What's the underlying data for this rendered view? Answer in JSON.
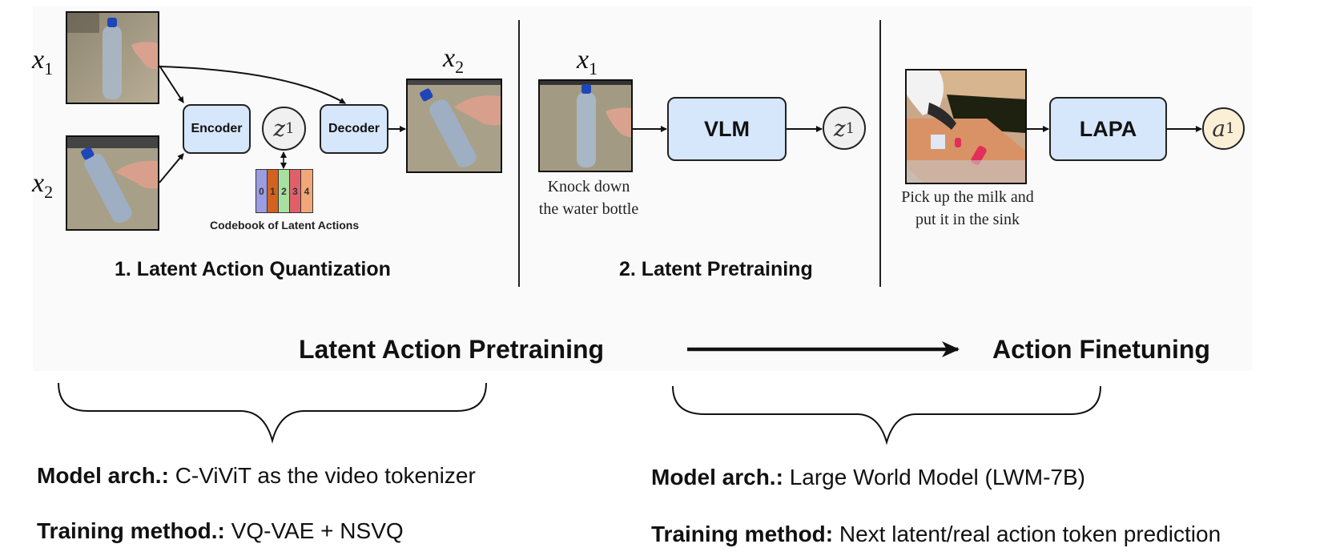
{
  "colors": {
    "model_box_fill": "#d6e6fb",
    "latent_circle_fill": "#f0f0f0",
    "action_circle_fill": "#fbefd6",
    "codebook": [
      "#9c9ce2",
      "#d2621e",
      "#a8e0a0",
      "#e0606a",
      "#f0a878"
    ]
  },
  "sections": {
    "quantization": {
      "title": "1. Latent Action Quantization",
      "input_label_1": {
        "var": "x",
        "sub": "1"
      },
      "input_label_2": {
        "var": "x",
        "sub": "2"
      },
      "output_label": {
        "var": "x",
        "sub": "2"
      },
      "encoder_label": "Encoder",
      "decoder_label": "Decoder",
      "latent": {
        "var": "z",
        "sub": "1"
      },
      "codebook_cells": [
        "0",
        "1",
        "2",
        "3",
        "4"
      ],
      "codebook_label": "Codebook of Latent Actions",
      "images": [
        "bottle-upright-frame",
        "bottle-falling-frame",
        "bottle-reconstructed-frame"
      ]
    },
    "pretraining": {
      "title": "2. Latent Pretraining",
      "input_label": {
        "var": "x",
        "sub": "1"
      },
      "caption_line1": "Knock down",
      "caption_line2": "the water bottle",
      "model_label": "VLM",
      "output": {
        "var": "z",
        "sub": "1"
      }
    },
    "finetuning": {
      "caption_line1": "Pick up the milk and",
      "caption_line2": "put it in the sink",
      "model_label": "LAPA",
      "output": {
        "var": "a",
        "sub": "1"
      }
    }
  },
  "phases": {
    "left": "Latent Action Pretraining",
    "right": "Action Finetuning"
  },
  "details": {
    "left": {
      "arch_key": "Model arch.:",
      "arch_value": " C-ViViT as the video tokenizer",
      "method_key": "Training method.:",
      "method_value": " VQ-VAE + NSVQ"
    },
    "right": {
      "arch_key": "Model arch.:",
      "arch_value": " Large World Model (LWM-7B)",
      "method_key": "Training method:",
      "method_value": " Next latent/real action token prediction"
    }
  }
}
